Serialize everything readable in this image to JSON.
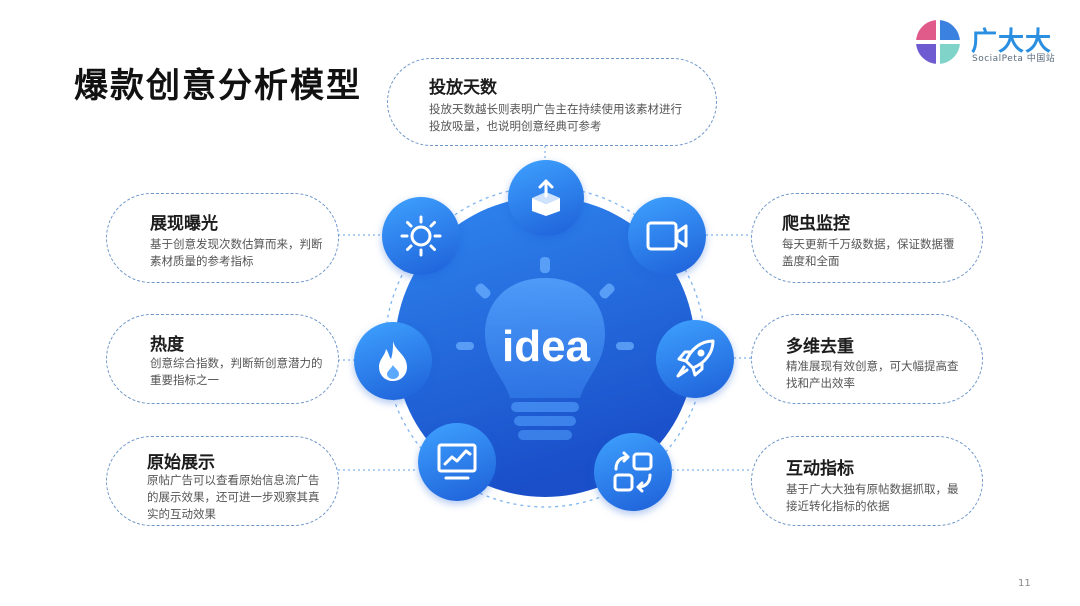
{
  "title": "爆款创意分析模型",
  "logo": {
    "name": "广大大",
    "subtitle": "SocialPeta 中国站"
  },
  "center": {
    "text": "idea"
  },
  "cards": {
    "days": {
      "title": "投放天数",
      "body": "投放天数越长则表明广告主在持续使用该素材进行投放吸量，也说明创意经典可参考"
    },
    "exposure": {
      "title": "展现曝光",
      "body": "基于创意发现次数估算而来，判断素材质量的参考指标"
    },
    "heat": {
      "title": "热度",
      "body": "创意综合指数，判断新创意潜力的重要指标之一"
    },
    "original": {
      "title": "原始展示",
      "body": "原帖广告可以查看原始信息流广告的展示效果，还可进一步观察其真实的互动效果"
    },
    "crawler": {
      "title": "爬虫监控",
      "body": "每天更新千万级数据，保证数据覆盖度和全面"
    },
    "dedup": {
      "title": "多维去重",
      "body": "精准展现有效创意，可大幅提高查找和产出效率"
    },
    "interact": {
      "title": "互动指标",
      "body": "基于广大大独有原帖数据抓取，最接近转化指标的依据"
    }
  },
  "icons": {
    "days": "upload-box-icon",
    "exposure": "sun-icon",
    "heat": "flame-icon",
    "original": "monitor-chart-icon",
    "crawler": "video-camera-icon",
    "dedup": "rocket-icon",
    "interact": "refresh-squares-icon"
  },
  "colors": {
    "accent": "#2a8fe0",
    "primary_gradient_start": "#3fa2ff",
    "primary_gradient_end": "#1d5fd8",
    "card_border": "#6f96c9"
  },
  "page_number": "11"
}
